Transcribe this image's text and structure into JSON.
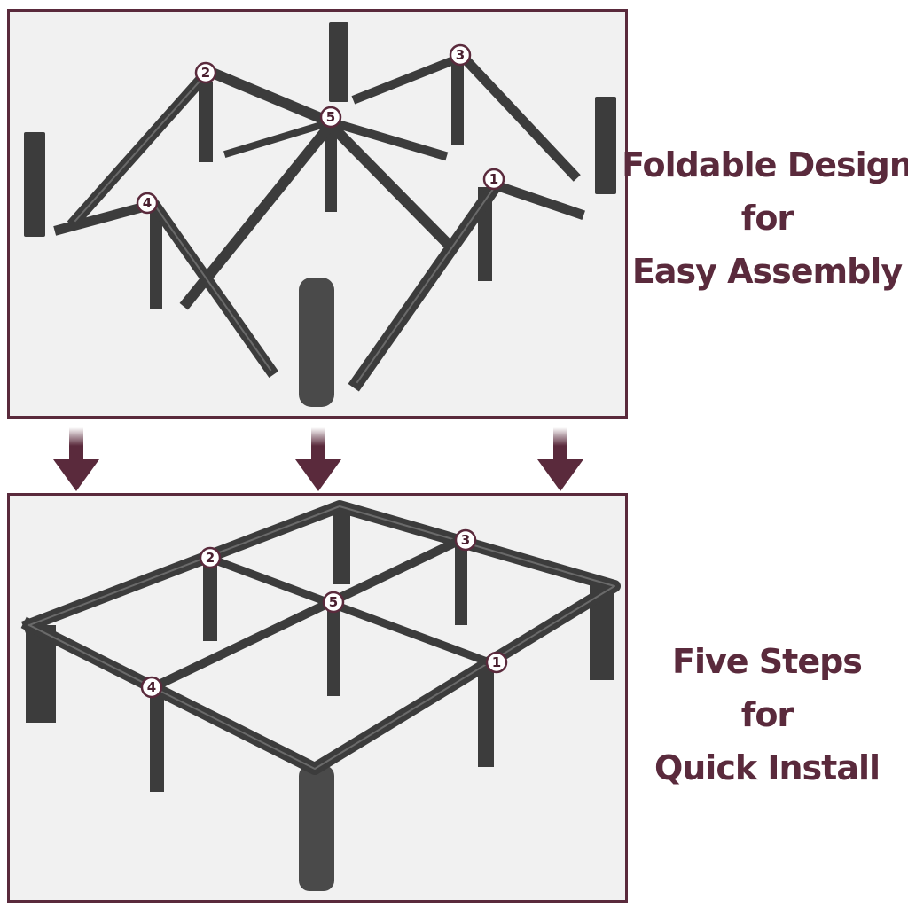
{
  "caption_top": {
    "line1": "Foldable Design",
    "line2": "for",
    "line3": "Easy Assembly"
  },
  "caption_bottom": {
    "line1": "Five Steps",
    "line2": "for",
    "line3": "Quick Install"
  },
  "step_labels": [
    "1",
    "2",
    "3",
    "4",
    "5"
  ],
  "colors": {
    "accent": "#5a2a3c",
    "frame": "#3c3c3c",
    "panel_bg": "#f1f1f1"
  },
  "icons": [
    "down-arrow-icon",
    "numbered-step-badge"
  ]
}
